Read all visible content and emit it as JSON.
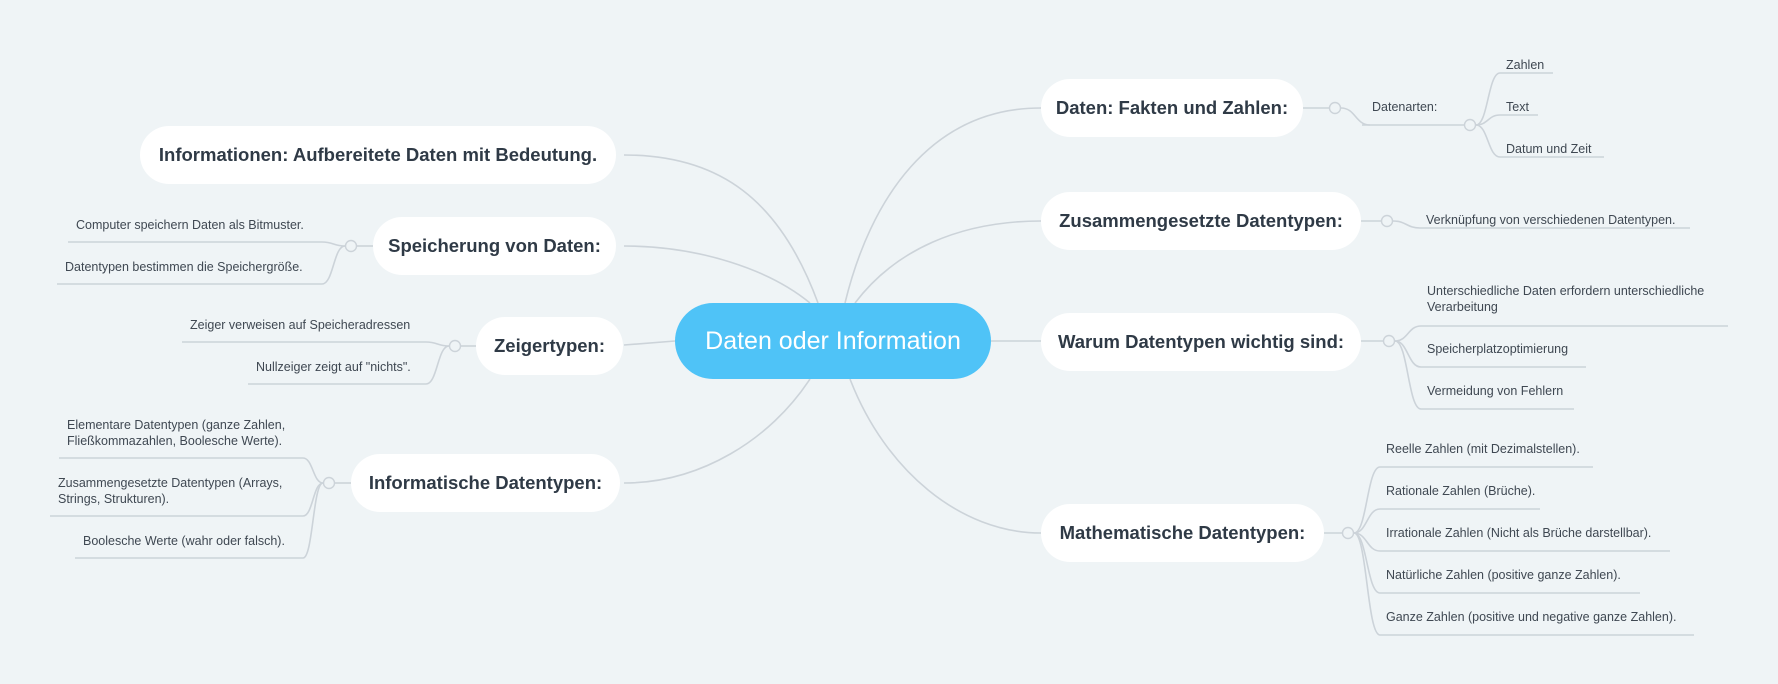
{
  "center": "Daten oder Information",
  "right": [
    {
      "label": "Daten: Fakten und Zahlen:",
      "sub": {
        "label": "Datenarten:",
        "items": [
          "Zahlen",
          "Text",
          "Datum und Zeit"
        ]
      }
    },
    {
      "label": "Zusammengesetzte Datentypen:",
      "items": [
        "Verknüpfung von verschiedenen Datentypen."
      ]
    },
    {
      "label": "Warum Datentypen wichtig sind:",
      "items": [
        "Unterschiedliche Daten erfordern unterschiedliche Verarbeitung",
        "Speicherplatzoptimierung",
        "Vermeidung von Fehlern"
      ]
    },
    {
      "label": "Mathematische Datentypen:",
      "items": [
        "Reelle Zahlen (mit Dezimalstellen).",
        "Rationale Zahlen (Brüche).",
        "Irrationale Zahlen (Nicht als Brüche darstellbar).",
        "Natürliche Zahlen (positive ganze Zahlen).",
        "Ganze Zahlen (positive und negative ganze Zahlen)."
      ]
    }
  ],
  "left": [
    {
      "label": "Informationen: Aufbereitete Daten mit Bedeutung.",
      "items": []
    },
    {
      "label": "Speicherung von Daten:",
      "items": [
        "Computer speichern Daten als Bitmuster.",
        "Datentypen bestimmen die Speichergröße."
      ]
    },
    {
      "label": "Zeigertypen:",
      "items": [
        "Zeiger verweisen auf Speicheradressen",
        "Nullzeiger zeigt auf \"nichts\"."
      ]
    },
    {
      "label": "Informatische Datentypen:",
      "items": [
        "Elementare Datentypen (ganze Zahlen, Fließkommazahlen, Boolesche Werte).",
        "Zusammengesetzte Datentypen (Arrays, Strings, Strukturen).",
        "Boolesche Werte (wahr oder falsch)."
      ]
    }
  ]
}
